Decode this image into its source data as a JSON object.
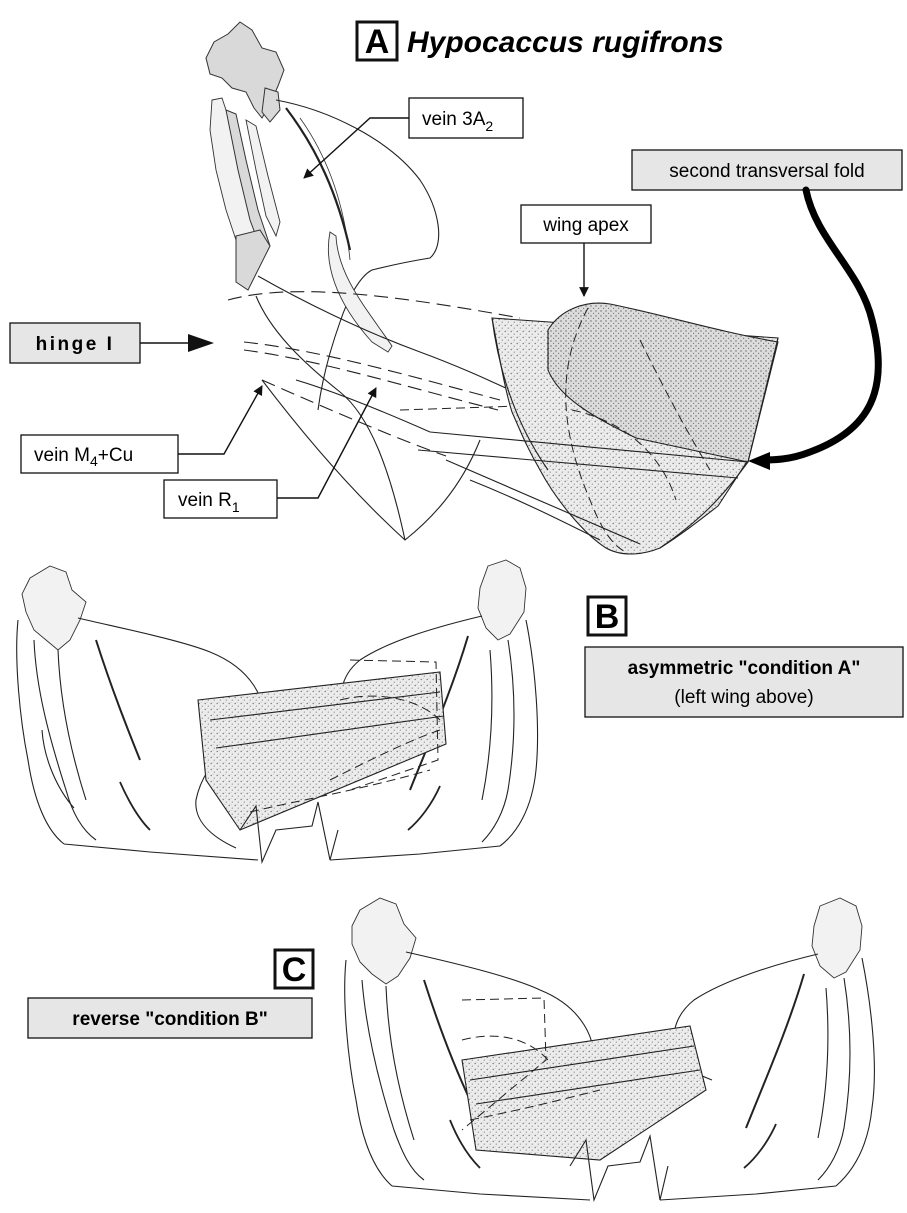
{
  "panels": {
    "A": {
      "letter": "A",
      "species": "Hypocaccus rugifrons"
    },
    "B": {
      "letter": "B",
      "condition_line1": "asymmetric \"condition A\"",
      "condition_line2": "(left wing above)"
    },
    "C": {
      "letter": "C",
      "condition": "reverse \"condition B\""
    }
  },
  "labels": {
    "vein_3a2": {
      "text": "vein 3A",
      "sub": "2"
    },
    "second_transversal_fold": "second transversal fold",
    "wing_apex": "wing apex",
    "hinge_i": "hinge I",
    "vein_m4_cu": {
      "pre": "vein M",
      "sub": "4",
      "post": "+Cu"
    },
    "vein_r1": {
      "text": "vein R",
      "sub": "1"
    }
  },
  "colors": {
    "box_fill_grey": "#e6e6e6",
    "sclerite_fill": "#d9d9d9",
    "membrane_stipple": "#777777"
  }
}
